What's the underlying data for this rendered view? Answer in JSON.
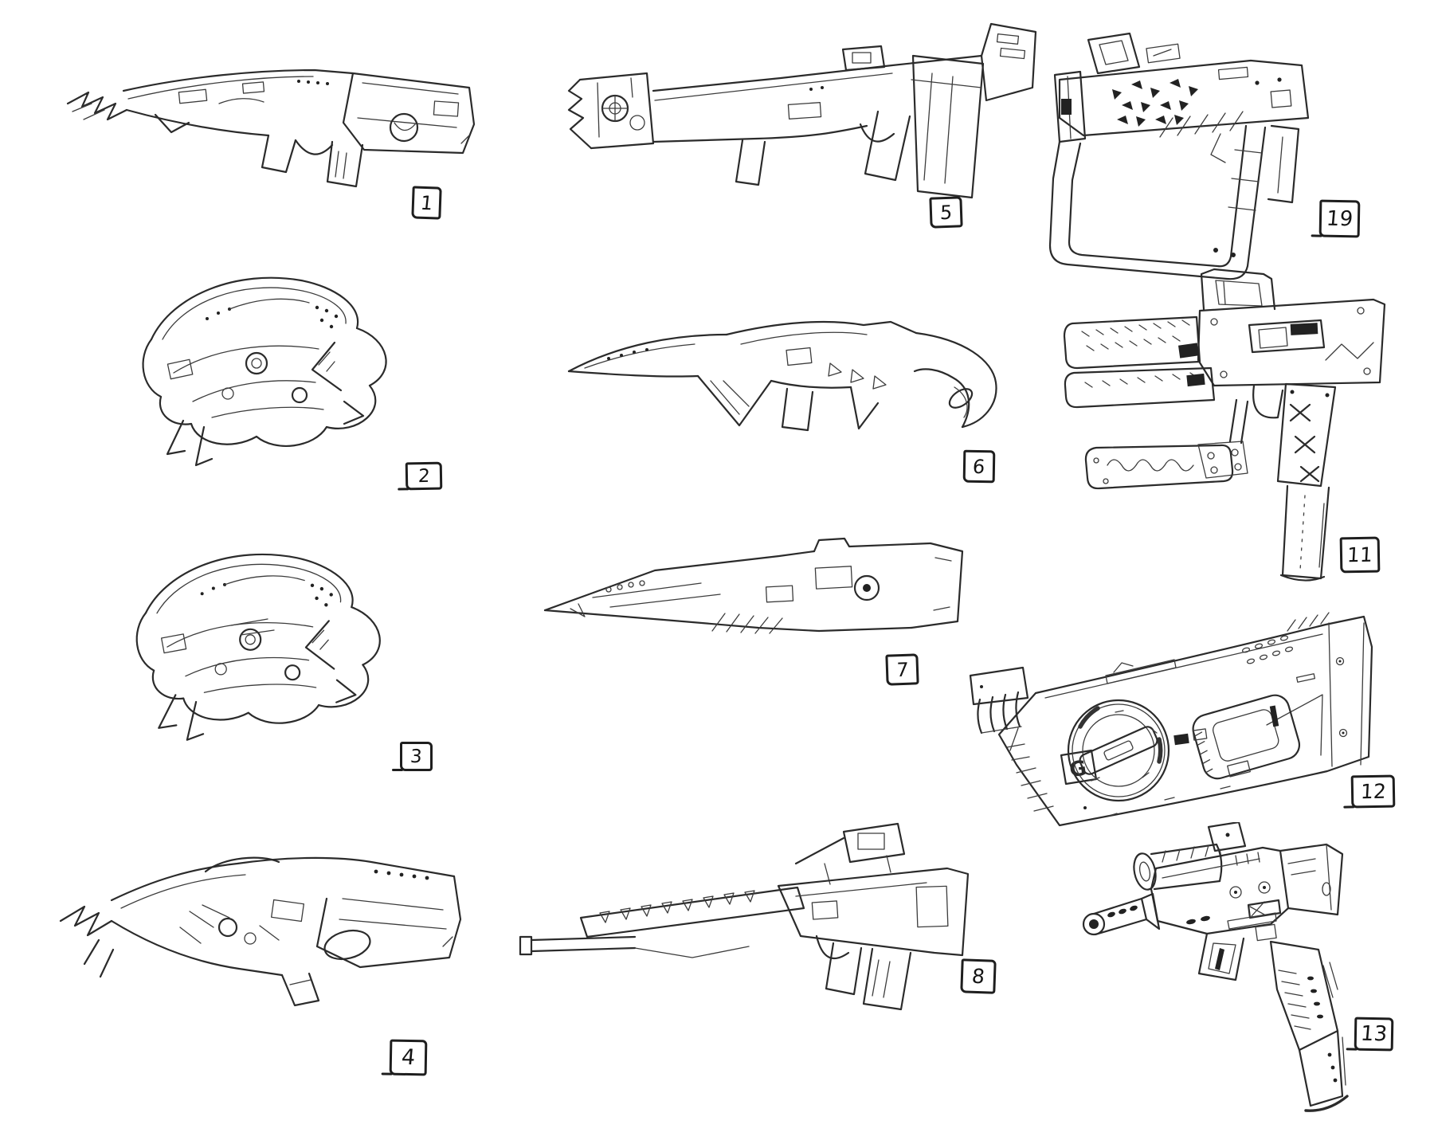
{
  "page": {
    "paper_color": "#ffffff",
    "ink_color": "#2b2b2b",
    "description": "sheet of hand-drawn sci-fi weapon concept sketches with numbered tags"
  },
  "sketches": [
    {
      "label": "1",
      "name": "assault-rifle-sketch"
    },
    {
      "label": "2",
      "name": "alien-organic-gun-sketch"
    },
    {
      "label": "3",
      "name": "alien-organic-gun-sketch-repeat"
    },
    {
      "label": "4",
      "name": "heavy-angular-rifle-sketch"
    },
    {
      "label": "5",
      "name": "geared-carbine-sketch"
    },
    {
      "label": "6",
      "name": "curved-organic-pistol-sketch"
    },
    {
      "label": "7",
      "name": "sleek-long-rifle-sketch"
    },
    {
      "label": "8",
      "name": "railed-smg-sketch"
    },
    {
      "label": "19",
      "name": "loop-grip-pistol-sketch"
    },
    {
      "label": "11",
      "name": "shrouded-smg-sketch"
    },
    {
      "label": "12",
      "name": "drum-body-blaster-sketch",
      "marking": "G"
    },
    {
      "label": "13",
      "name": "compact-suppressed-smg-sketch"
    }
  ]
}
